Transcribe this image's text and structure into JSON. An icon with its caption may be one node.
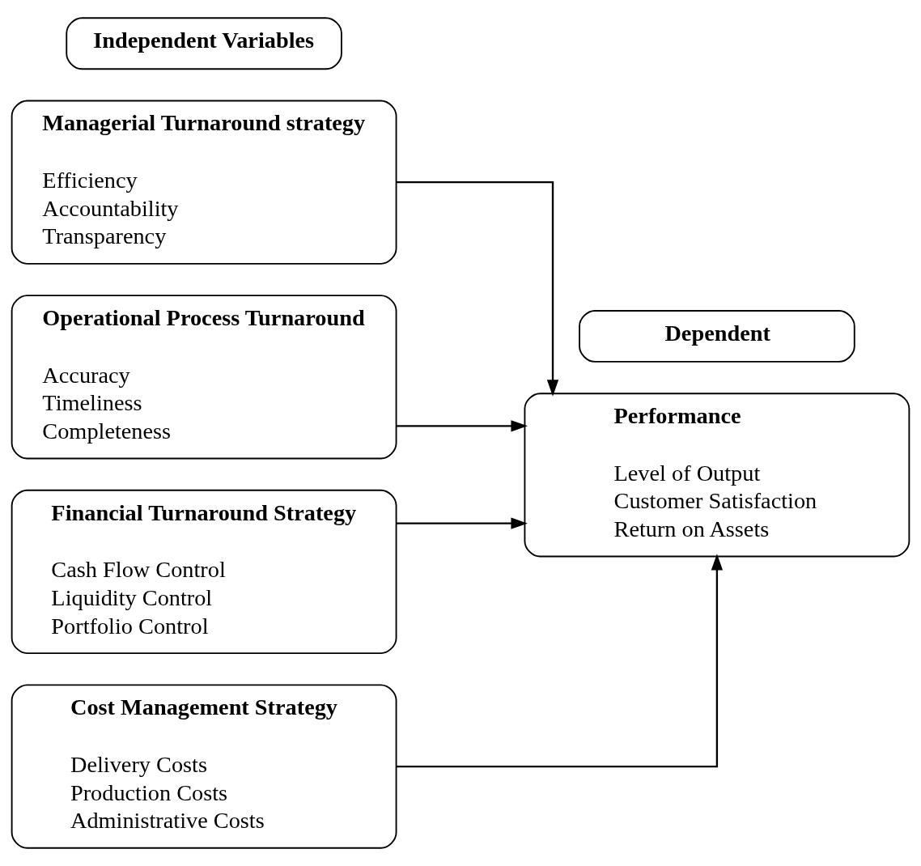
{
  "diagram": {
    "nodes": [
      {
        "text": [
          "Independent Variables"
        ]
      },
      {
        "text": [
          "Dependent"
        ]
      },
      {
        "text": [
          "Managerial Turnaround strategy",
          "Efficiency",
          "Accountability",
          "Transparency"
        ]
      },
      {
        "text": [
          "Operational Process Turnaround",
          "Accuracy",
          "Timeliness",
          "Completeness"
        ]
      },
      {
        "text": [
          "Financial Turnaround Strategy",
          "Cash Flow Control",
          "Liquidity Control",
          "Portfolio Control"
        ]
      },
      {
        "text": [
          "Cost Management Strategy",
          "Delivery Costs",
          "Production Costs",
          "Administrative Costs"
        ]
      },
      {
        "text": [
          "Performance",
          "Level of Output",
          "Customer Satisfaction",
          "Return on Assets"
        ]
      }
    ],
    "edges": [
      {
        "from": 2,
        "to": 6,
        "arrow": "to"
      },
      {
        "from": 3,
        "to": 6,
        "arrow": "to"
      },
      {
        "from": 4,
        "to": 6,
        "arrow": "to"
      },
      {
        "from": 5,
        "to": 6,
        "arrow": "to"
      }
    ]
  }
}
